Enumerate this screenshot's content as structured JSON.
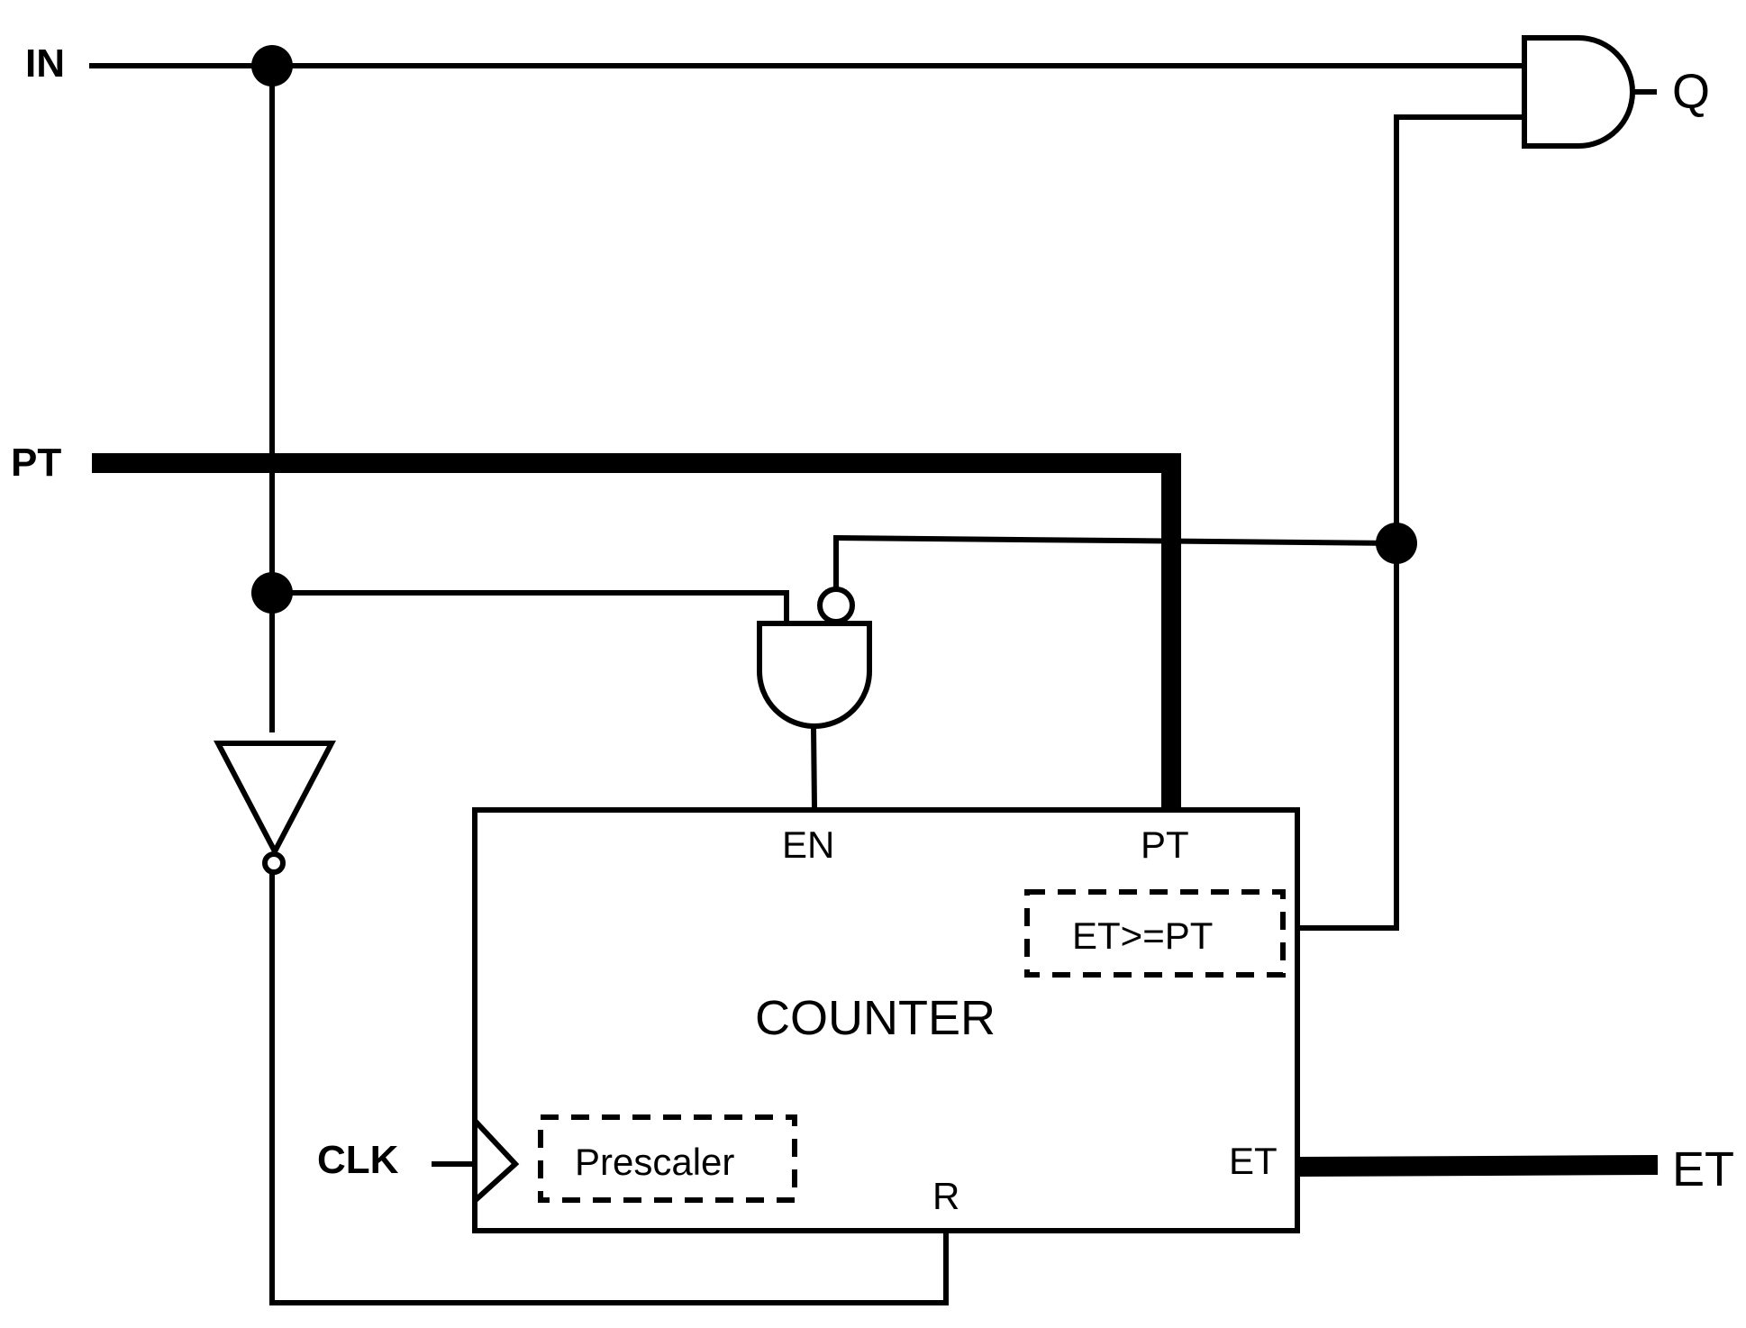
{
  "inputs": {
    "in_label": "IN",
    "pt_label": "PT",
    "clk_label": "CLK"
  },
  "outputs": {
    "q_label": "Q",
    "et_label": "ET"
  },
  "counter": {
    "title": "COUNTER",
    "en_port": "EN",
    "pt_port": "PT",
    "et_port": "ET",
    "r_port": "R",
    "comparator_label": "ET>=PT",
    "prescaler_label": "Prescaler"
  },
  "icons": {
    "and_gate": "and-gate-icon",
    "nand_gate": "and-gate-inverted-input-icon",
    "inverter": "not-gate-icon",
    "clock_edge": "clock-triangle-icon"
  }
}
